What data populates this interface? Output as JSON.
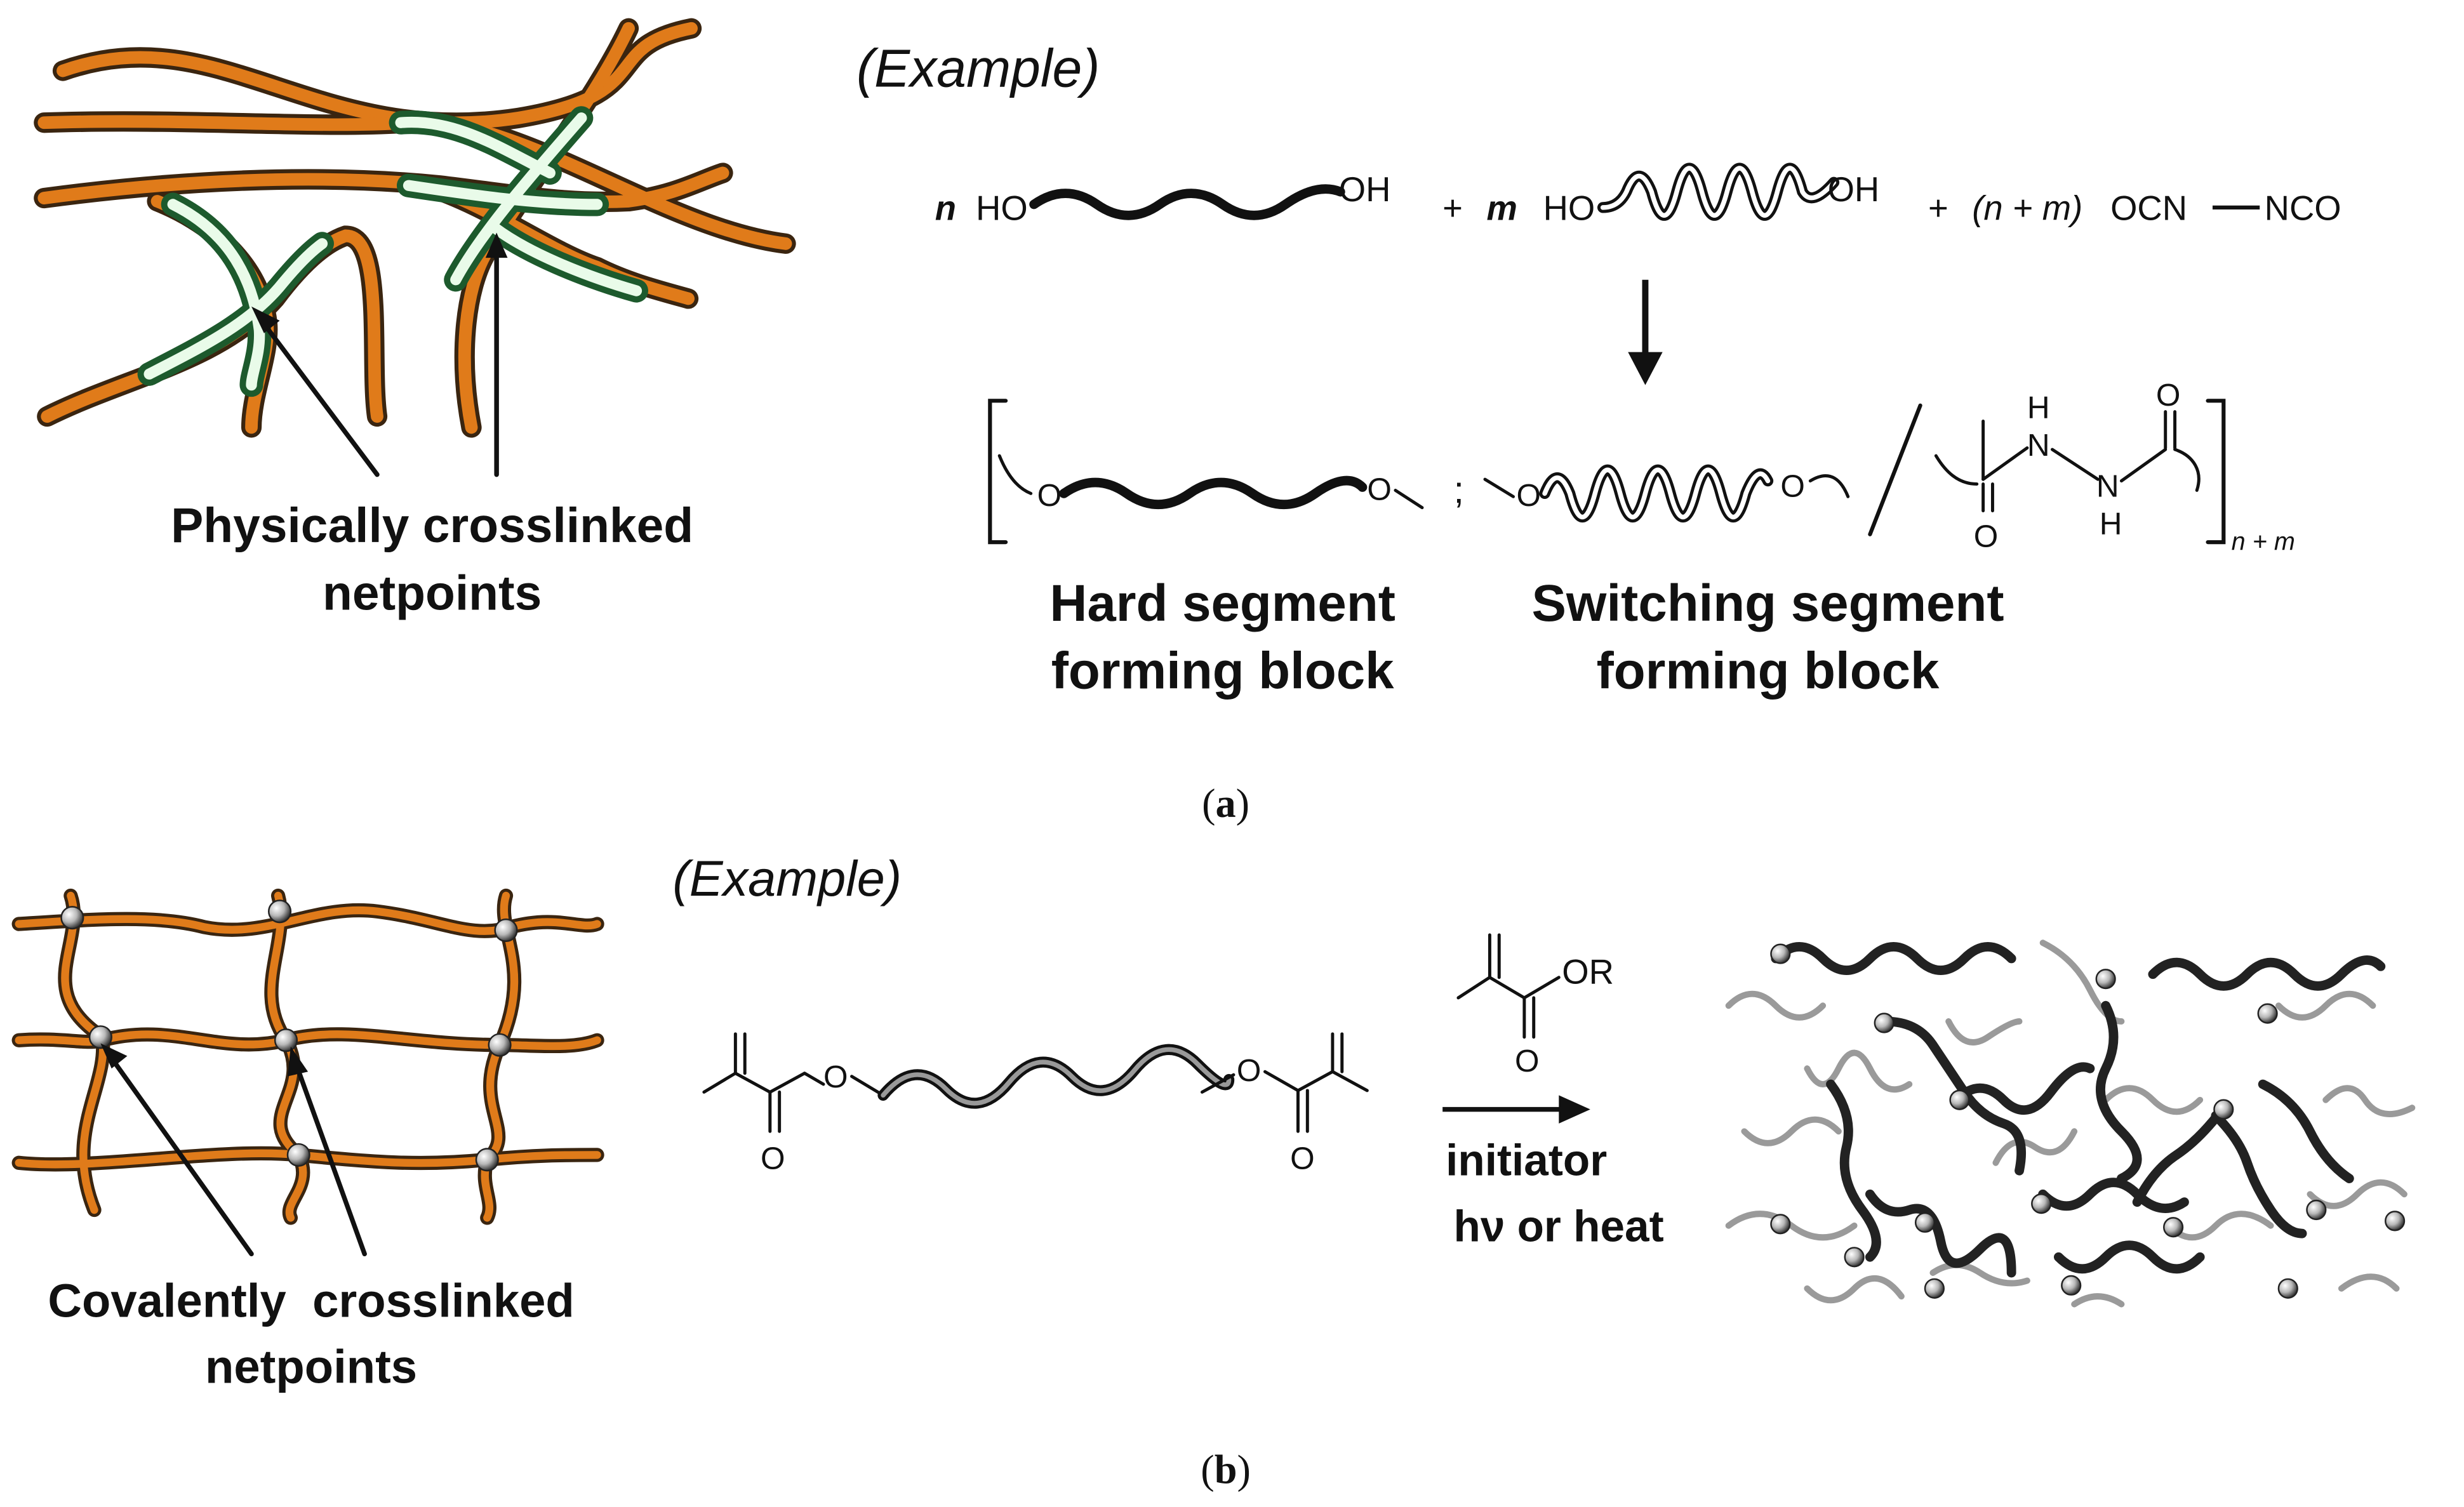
{
  "panel_a": {
    "example_label": "(Example)",
    "network_caption_line1": "Physically crosslinked",
    "network_caption_line2": "netpoints",
    "reaction": {
      "term1_coef": "n",
      "term1_left": "HO",
      "term1_right": "OH",
      "plus1": "+",
      "term2_coef": "m",
      "term2_left": "HO",
      "term2_right": "OH",
      "plus2": "+",
      "term3_coef": "(n + m)",
      "term3_left": "OCN",
      "term3_right": "NCO"
    },
    "product": {
      "o1": "O",
      "o2": "O",
      "separator": ";",
      "o3": "O",
      "o4": "O",
      "h_top": "H",
      "n_top": "N",
      "o_top": "O",
      "n_bottom": "N",
      "h_bottom": "H",
      "o_bottom": "O",
      "subscript": "n + m"
    },
    "hard_segment_line1": "Hard segment",
    "hard_segment_line2": "forming block",
    "switching_segment_line1": "Switching segment",
    "switching_segment_line2": "forming block",
    "panel_label_open": "(",
    "panel_label_letter": "a",
    "panel_label_close": ")"
  },
  "panel_b": {
    "example_label": "(Example)",
    "network_caption_line1": "Covalently  crosslinked",
    "network_caption_line2": "netpoints",
    "monomer_or": "OR",
    "monomer_o": "O",
    "dimethacrylate_o_left": "O",
    "dimethacrylate_o_right": "O",
    "dimethacrylate_co_left": "O",
    "dimethacrylate_co_right": "O",
    "condition_line1": "initiator",
    "condition_line2": "hν or heat",
    "panel_label_open": "(",
    "panel_label_letter": "b",
    "panel_label_close": ")"
  },
  "colors": {
    "polymer_orange": "#e07b1a",
    "polymer_outline": "#3a2510",
    "crystalline_green": "#2f8f4a",
    "crystalline_light": "#e9fbe9",
    "black": "#111111",
    "grey_chain": "#9a9a9a"
  }
}
